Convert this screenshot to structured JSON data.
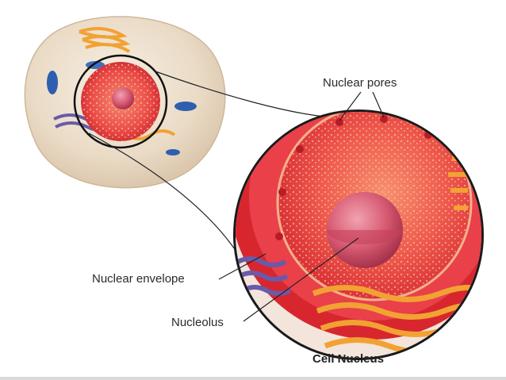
{
  "labels": {
    "nuclear_pores": "Nuclear pores",
    "nuclear_envelope": "Nuclear envelope",
    "nucleolus": "Nucleolus",
    "title": "Cell Nucleus"
  },
  "colors": {
    "cytoplasm": "#efe3d2",
    "nucleus_outer": "#e8343a",
    "nucleoplasm": "#f06a58",
    "nucleolus": "#c8405a",
    "golgi_orange": "#f2a233",
    "er_purple": "#6a5aa8",
    "mitochondria_blue": "#2e5fae",
    "outline": "#1a1a1a"
  }
}
